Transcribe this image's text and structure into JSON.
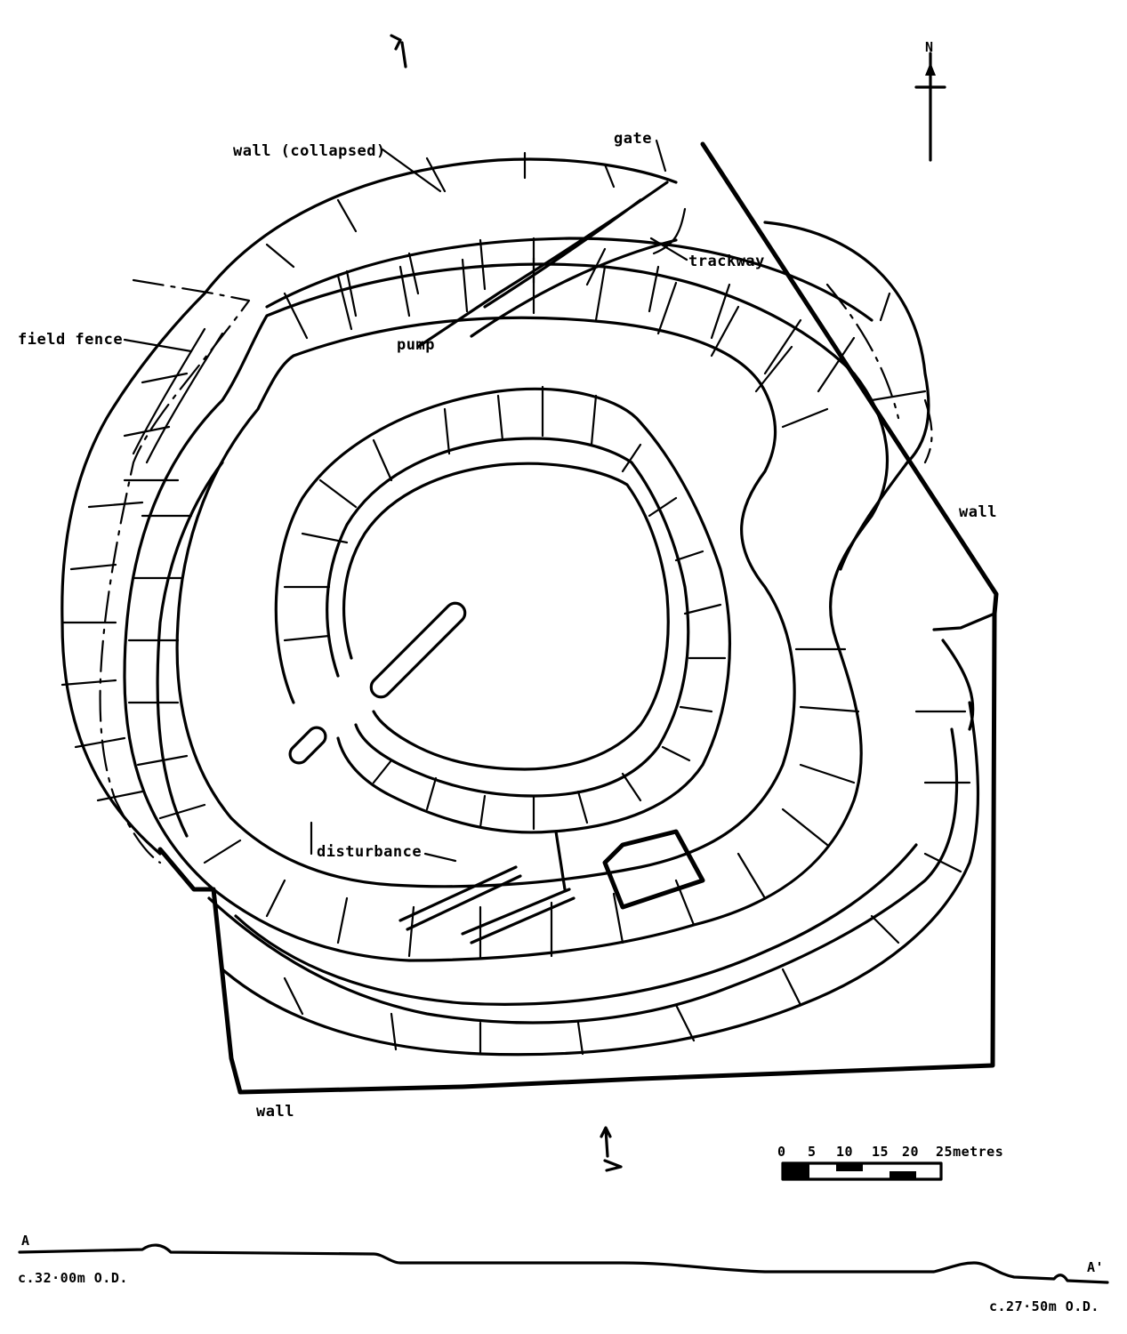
{
  "labels": {
    "wall_collapsed": "wall (collapsed)",
    "gate": "gate",
    "trackway": "trackway",
    "field_fence": "field fence",
    "pump": "pump",
    "wall_east": "wall",
    "disturbance": "disturbance",
    "wall_south": "wall",
    "north": "N"
  },
  "scale_bar": {
    "ticks": [
      "0",
      "5",
      "10",
      "15",
      "20",
      "25"
    ],
    "unit": "metres"
  },
  "section": {
    "start_label": "A",
    "start_height": "c.32·00m  O.D.",
    "end_label": "A'",
    "end_height": "c.27·50m  O.D."
  }
}
